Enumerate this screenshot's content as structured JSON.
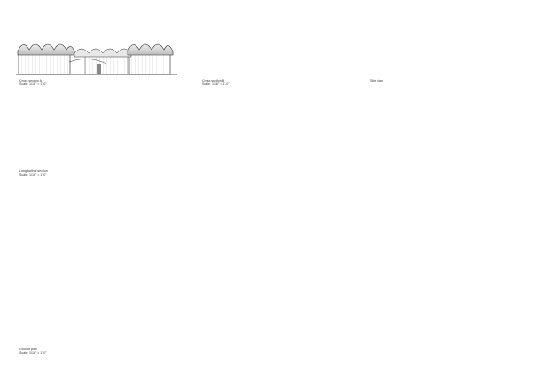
{
  "drawings": {
    "cross_section_a": {
      "title": "Cross section A",
      "scale": "Scale: 1/16\" = 1'-0\""
    },
    "cross_section_b": {
      "title": "Cross section B",
      "scale": "Scale: 1/16\" = 1'-0\""
    },
    "site_plan": {
      "title": "Site plan"
    },
    "longitudinal_section": {
      "title": "Longitudinal section",
      "scale": "Scale: 1/16\" = 1'-0\""
    },
    "ground_plan": {
      "title": "Ground plan",
      "scale": "Scale: 1/16\" = 1'-0\""
    }
  },
  "colors": {
    "line": "#222222",
    "thin_line": "#555555",
    "roof_shade": "#9a9a9a",
    "map_dark": "#7a7a7a",
    "map_mid": "#a8a8a8",
    "map_light": "#d4d4d4"
  }
}
